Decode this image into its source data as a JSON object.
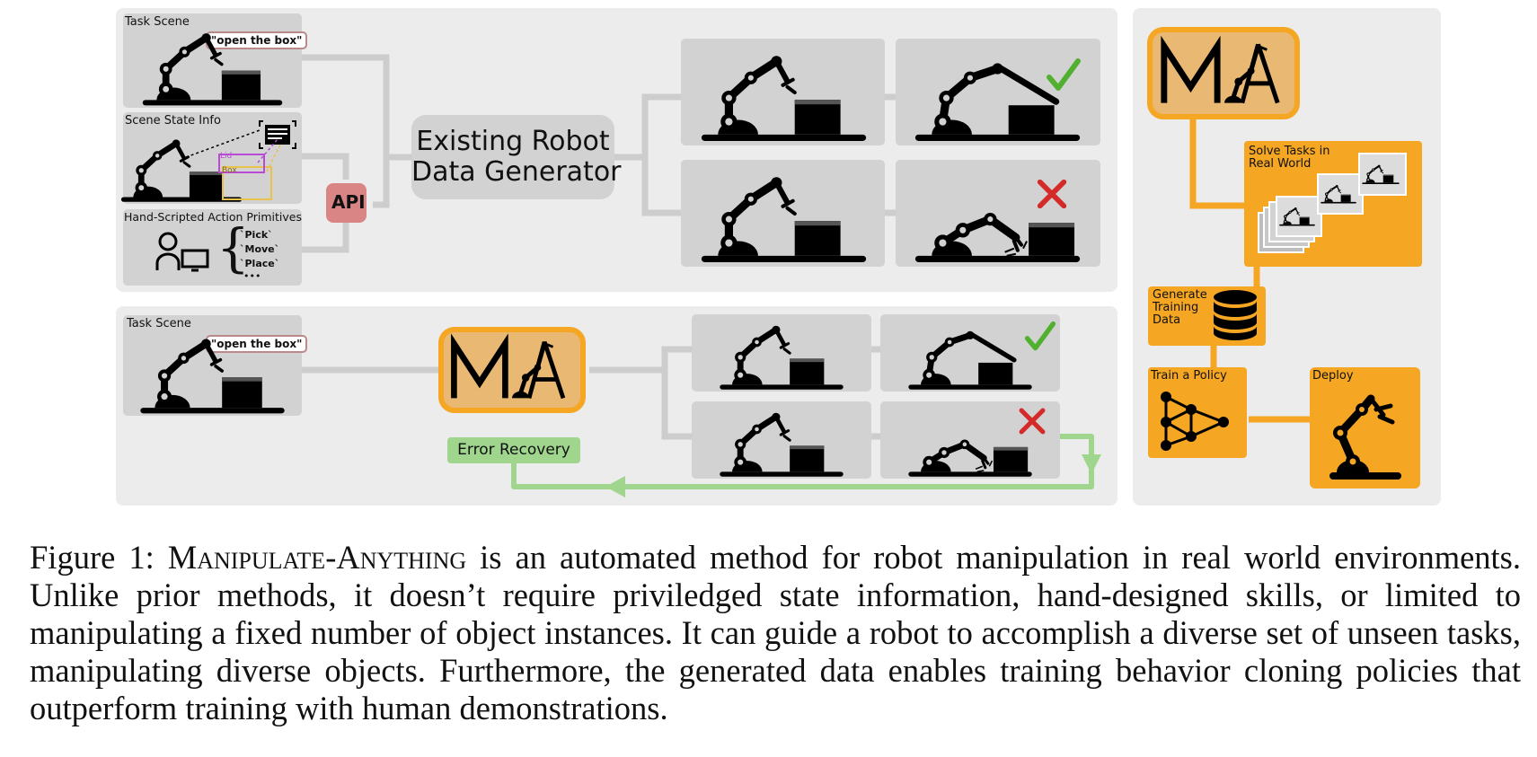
{
  "figure": {
    "top_panel": {
      "task_scene_label": "Task Scene",
      "instruction": "\"open the box\"",
      "scene_state_label": "Scene State Info",
      "lid_label": "Lid",
      "box_label": "Box",
      "primitives_label": "Hand-Scripted Action Primitives",
      "primitives": [
        "`Pick`",
        "`Move`",
        "`Place`",
        "•••"
      ],
      "api_label": "API",
      "generator_label_line1": "Existing Robot",
      "generator_label_line2": "Data Generator"
    },
    "bottom_panel": {
      "task_scene_label": "Task Scene",
      "instruction": "\"open the box\"",
      "error_recovery_label": "Error Recovery"
    },
    "right_panel": {
      "solve_tasks_line1": "Solve Tasks in",
      "solve_tasks_line2": "Real World",
      "generate_line1": "Generate",
      "generate_line2": "Training",
      "generate_line3": "Data",
      "train_label": "Train a Policy",
      "deploy_label": "Deploy"
    },
    "colors": {
      "panel_bg": "#ececec",
      "tile_bg": "#d2d2d2",
      "orange": "#f5a623",
      "orange_light": "#e9b873",
      "api_red": "#d98585",
      "success_green": "#52b030",
      "fail_red": "#d42a2a",
      "recovery_green": "#9fd58d",
      "lid_purple": "#b84ad6",
      "box_yellow": "#e8c24a"
    },
    "icons": [
      "robot-arm-icon",
      "checkmark-icon",
      "cross-icon",
      "database-icon",
      "network-icon",
      "person-computer-icon",
      "document-icon"
    ]
  },
  "caption": {
    "prefix": "Figure 1: ",
    "method_name": "Manipulate-Anything",
    "body": " is an automated method for robot manipulation in real world environments. Unlike prior methods, it doesn’t require priviledged state information, hand-designed skills, or limited to manipulating a fixed number of object instances. It can guide a robot to accomplish a diverse set of unseen tasks, manipulating diverse objects. Furthermore, the generated data enables training behavior cloning policies that outperform training with human demonstrations."
  }
}
